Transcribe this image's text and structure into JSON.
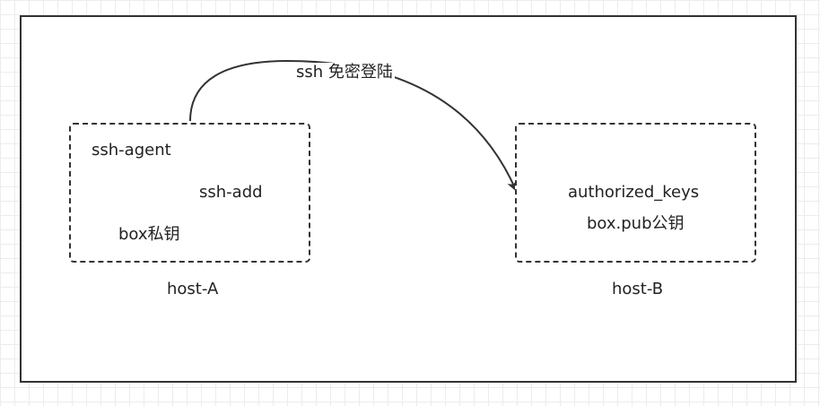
{
  "diagram": {
    "host_a": {
      "name": "host-A",
      "items": {
        "agent": "ssh-agent",
        "add": "ssh-add",
        "private_key": "box私钥"
      }
    },
    "host_b": {
      "name": "host-B",
      "items": {
        "authorized_keys": "authorized_keys",
        "public_key": "box.pub公钥"
      }
    },
    "edge": {
      "label": "ssh 免密登陆",
      "from": "host-A",
      "to": "host-B"
    }
  },
  "colors": {
    "stroke": "#333333",
    "grid": "#ececec",
    "background": "#ffffff"
  }
}
